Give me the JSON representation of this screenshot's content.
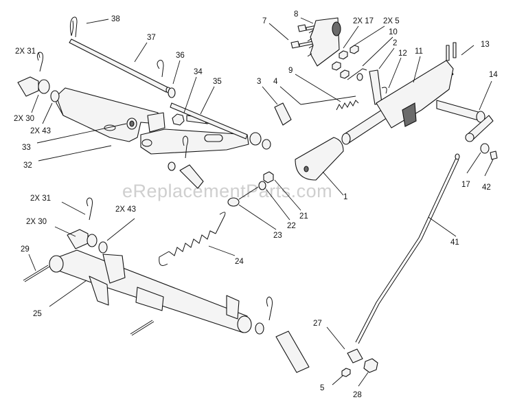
{
  "watermark": "eReplacementParts.com",
  "callouts": [
    {
      "id": "38",
      "text": "38"
    },
    {
      "id": "37",
      "text": "37"
    },
    {
      "id": "36",
      "text": "36"
    },
    {
      "id": "35",
      "text": "35"
    },
    {
      "id": "34",
      "text": "34"
    },
    {
      "id": "33",
      "text": "33"
    },
    {
      "id": "32",
      "text": "32"
    },
    {
      "id": "2x31a",
      "text": "2X 31"
    },
    {
      "id": "2x30a",
      "text": "2X 30"
    },
    {
      "id": "2x43a",
      "text": "2X 43"
    },
    {
      "id": "7",
      "text": "7"
    },
    {
      "id": "8",
      "text": "8"
    },
    {
      "id": "2x17",
      "text": "2X 17"
    },
    {
      "id": "2x5",
      "text": "2X 5"
    },
    {
      "id": "10",
      "text": "10"
    },
    {
      "id": "2",
      "text": "2"
    },
    {
      "id": "12",
      "text": "12"
    },
    {
      "id": "11",
      "text": "11"
    },
    {
      "id": "13",
      "text": "13"
    },
    {
      "id": "14",
      "text": "14"
    },
    {
      "id": "3",
      "text": "3"
    },
    {
      "id": "4",
      "text": "4"
    },
    {
      "id": "9",
      "text": "9"
    },
    {
      "id": "1",
      "text": "1"
    },
    {
      "id": "17",
      "text": "17"
    },
    {
      "id": "42",
      "text": "42"
    },
    {
      "id": "21",
      "text": "21"
    },
    {
      "id": "22",
      "text": "22"
    },
    {
      "id": "23",
      "text": "23"
    },
    {
      "id": "24",
      "text": "24"
    },
    {
      "id": "41",
      "text": "41"
    },
    {
      "id": "2x31b",
      "text": "2X 31"
    },
    {
      "id": "2x43b",
      "text": "2X 43"
    },
    {
      "id": "2x30b",
      "text": "2X 30"
    },
    {
      "id": "29",
      "text": "29"
    },
    {
      "id": "25",
      "text": "25"
    },
    {
      "id": "27",
      "text": "27"
    },
    {
      "id": "5",
      "text": "5"
    },
    {
      "id": "28",
      "text": "28"
    }
  ]
}
